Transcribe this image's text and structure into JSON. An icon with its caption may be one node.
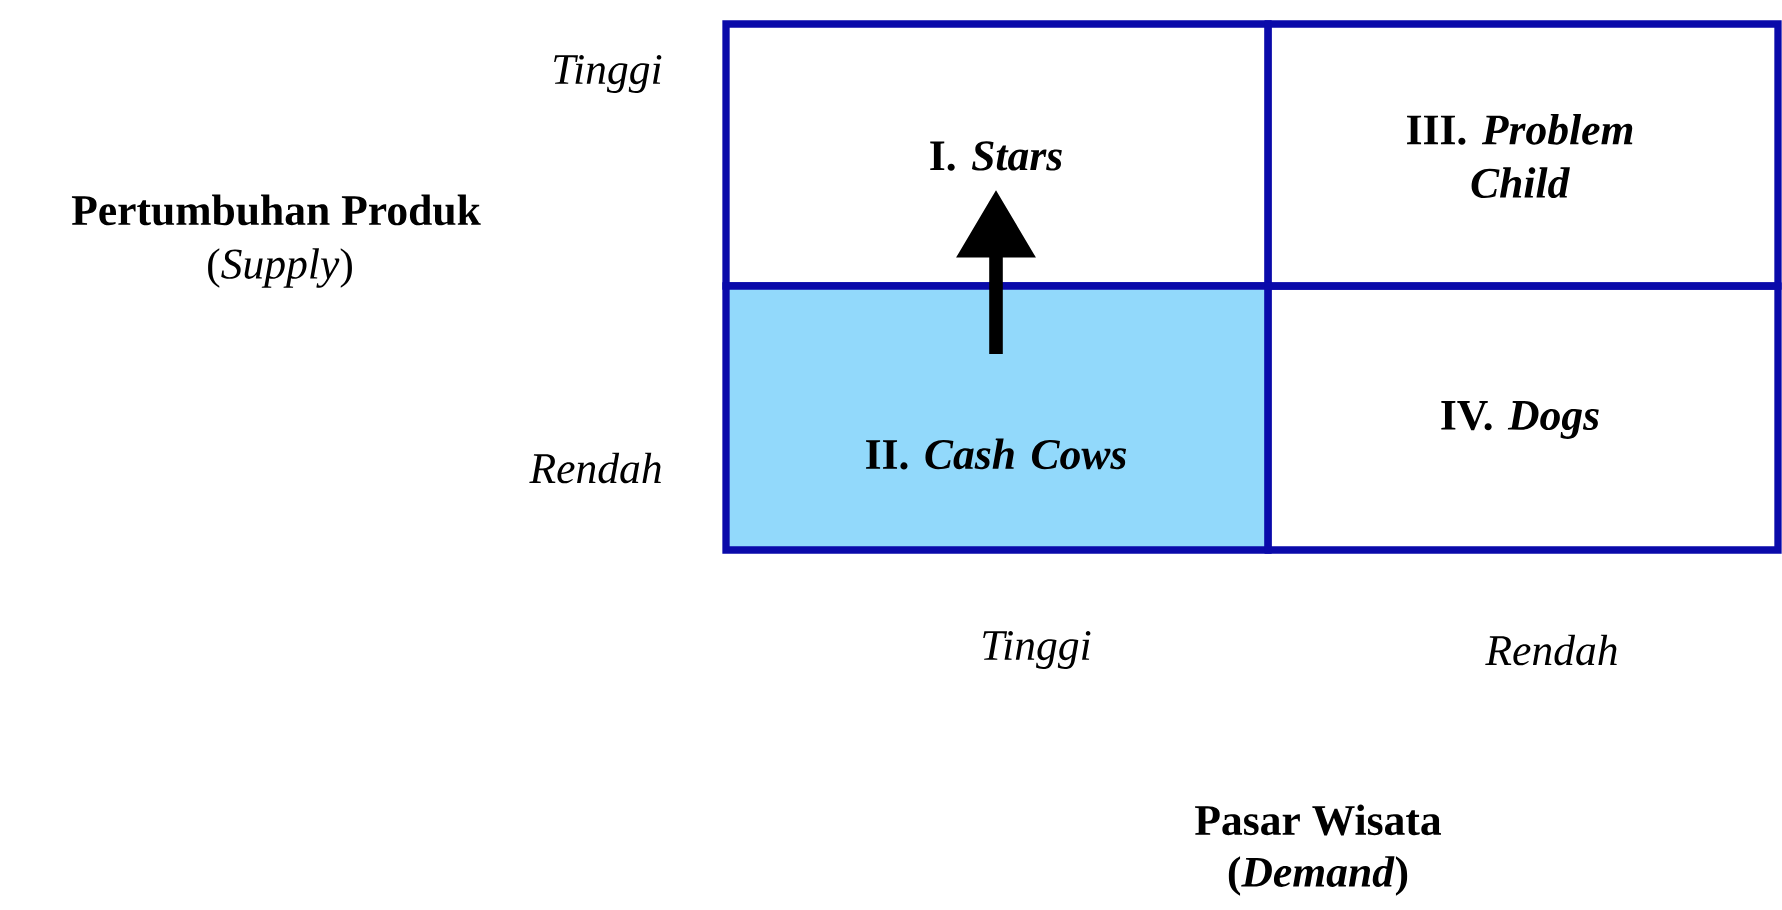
{
  "diagram": {
    "nodes": [
      {
        "text": [
          "I. *Stars*"
        ]
      },
      {
        "text": [
          "III. *Problem Child*"
        ]
      },
      {
        "text": [
          "II. *Cash Cows*"
        ]
      },
      {
        "text": [
          "IV. *Dogs*"
        ]
      }
    ],
    "edges": [
      {
        "from": 2,
        "to": 0,
        "arrow": "to"
      }
    ],
    "labels": [
      "Tinggi",
      "Pertumbuhan Produk",
      "(*Supply*)",
      "Rendah",
      "Tinggi",
      "Rendah",
      "Pasar Wisata",
      "(*Demand*)"
    ]
  }
}
